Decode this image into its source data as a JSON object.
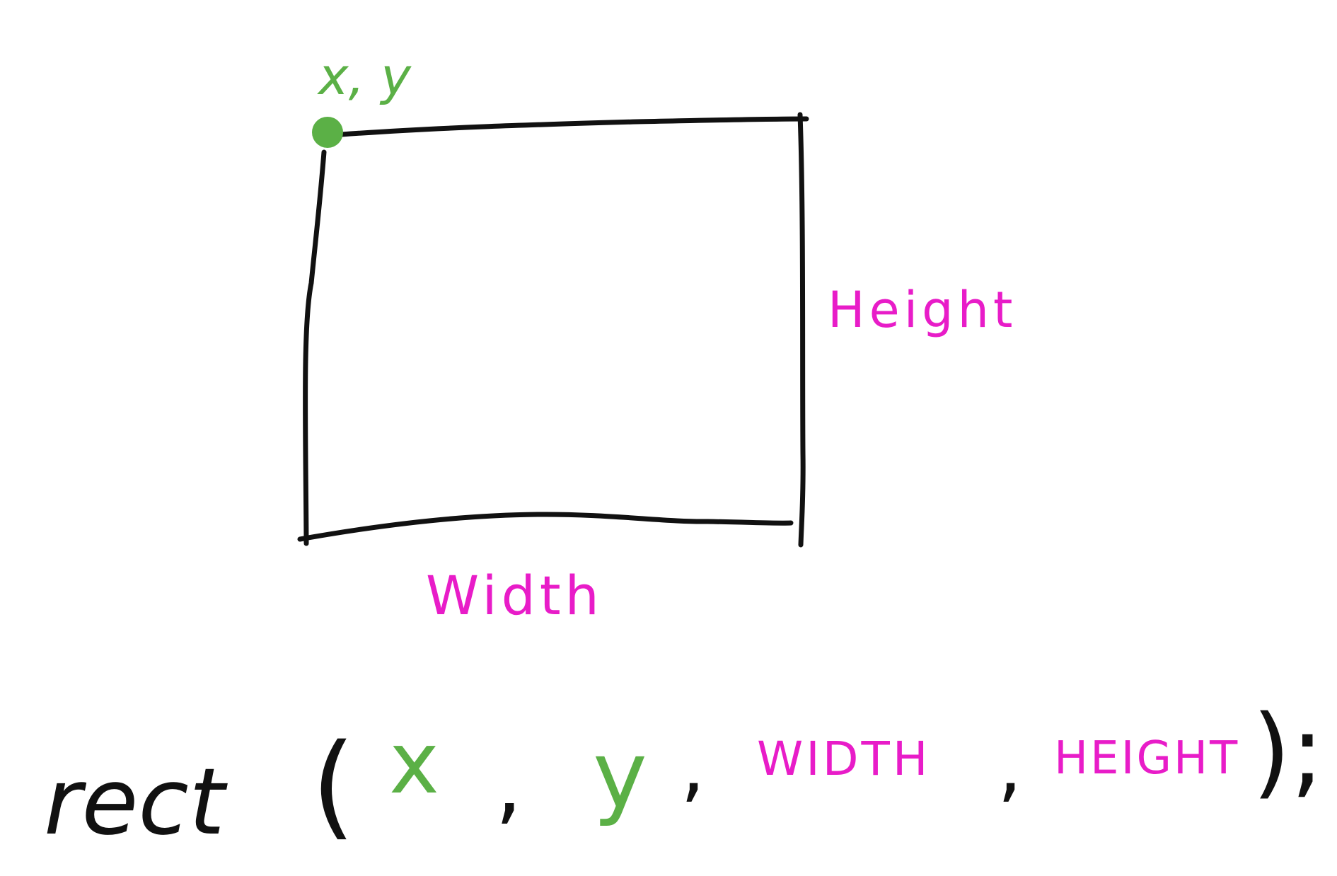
{
  "colors": {
    "ink": "#111111",
    "green": "#5bb046",
    "magenta": "#e81cc8",
    "background": "#ffffff"
  },
  "labels": {
    "origin": "x, y",
    "height": "Height",
    "width": "Width"
  },
  "code": {
    "func": "rect",
    "open_paren": "(",
    "arg_x": "x",
    "comma1": ",",
    "arg_y": "y",
    "comma2": ",",
    "arg_width": "WIDTH",
    "comma3": ",",
    "arg_height": "HEIGHT",
    "close": ");"
  }
}
